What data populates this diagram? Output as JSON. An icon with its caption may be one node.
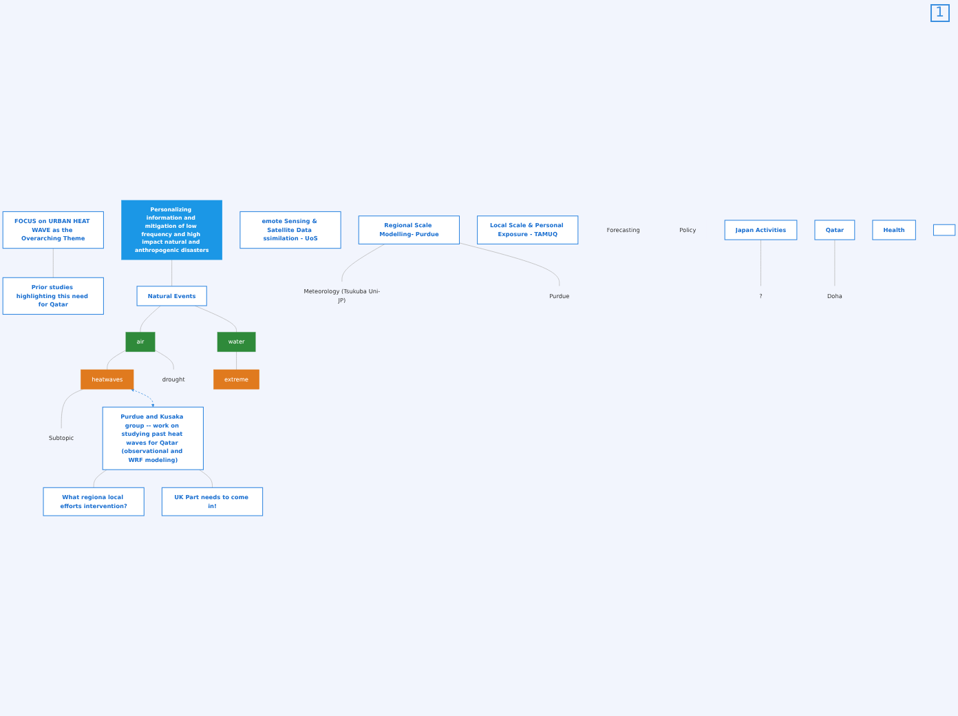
{
  "diagram": {
    "nodes": [
      {
        "text": [
          "FOCUS on URBAN HEAT WAVE as the Overarching Theme"
        ]
      },
      {
        "text": [
          "Prior studies highlighting this need for Qatar"
        ]
      },
      {
        "text": [
          "Personalizing information and mitigation of low frequency and high impact natural and anthropogenic disasters"
        ]
      },
      {
        "text": [
          "Natural Events"
        ]
      },
      {
        "text": [
          "air"
        ]
      },
      {
        "text": [
          "heatwaves"
        ]
      },
      {
        "text": [
          "Subtopic"
        ]
      },
      {
        "text": [
          "drought"
        ]
      },
      {
        "text": [
          "water"
        ]
      },
      {
        "text": [
          "extreme"
        ]
      },
      {
        "text": [
          "Purdue and Kusaka group -- work on studying past heat waves for Qatar (observational and WRF modeling)"
        ]
      },
      {
        "text": [
          "What regiona local efforts intervention?"
        ]
      },
      {
        "text": [
          "UK Part needs to come in!"
        ]
      },
      {
        "text": [
          "emote Sensing & Satellite Data ssimilation - UoS"
        ]
      },
      {
        "text": [
          "Regional Scale Modelling- Purdue"
        ]
      },
      {
        "text": [
          "Meteorology (Tsukuba Uni-JP)"
        ]
      },
      {
        "text": [
          "Purdue"
        ]
      },
      {
        "text": [
          "Local Scale & Personal Exposure - TAMUQ"
        ]
      },
      {
        "text": [
          "Forecasting"
        ]
      },
      {
        "text": [
          "Policy"
        ]
      },
      {
        "text": [
          "Japan Activities"
        ]
      },
      {
        "text": [
          "?"
        ]
      },
      {
        "text": [
          "Qatar"
        ]
      },
      {
        "text": [
          "Doha"
        ]
      },
      {
        "text": [
          "Health"
        ]
      },
      {
        "text": [],
        "shape": "box"
      }
    ],
    "edges": [
      {
        "from": 0,
        "to": 1,
        "arrow": "none"
      },
      {
        "from": 2,
        "to": 3,
        "arrow": "none"
      },
      {
        "from": 3,
        "to": 4,
        "arrow": "none"
      },
      {
        "from": 4,
        "to": 5,
        "arrow": "none"
      },
      {
        "from": 5,
        "to": 6,
        "arrow": "none"
      },
      {
        "from": 4,
        "to": 7,
        "arrow": "none"
      },
      {
        "from": 3,
        "to": 8,
        "arrow": "none"
      },
      {
        "from": 8,
        "to": 9,
        "arrow": "none"
      },
      {
        "from": 5,
        "to": 10,
        "arrow": "both",
        "style": "dashed",
        "color": "#3b8fe0"
      },
      {
        "from": 10,
        "to": 11,
        "arrow": "none"
      },
      {
        "from": 10,
        "to": 12,
        "arrow": "none"
      },
      {
        "from": 14,
        "to": 15,
        "arrow": "none"
      },
      {
        "from": 14,
        "to": 16,
        "arrow": "none"
      },
      {
        "from": 20,
        "to": 21,
        "arrow": "none"
      },
      {
        "from": 22,
        "to": 23,
        "arrow": "none"
      }
    ],
    "labels": [
      "1"
    ]
  }
}
